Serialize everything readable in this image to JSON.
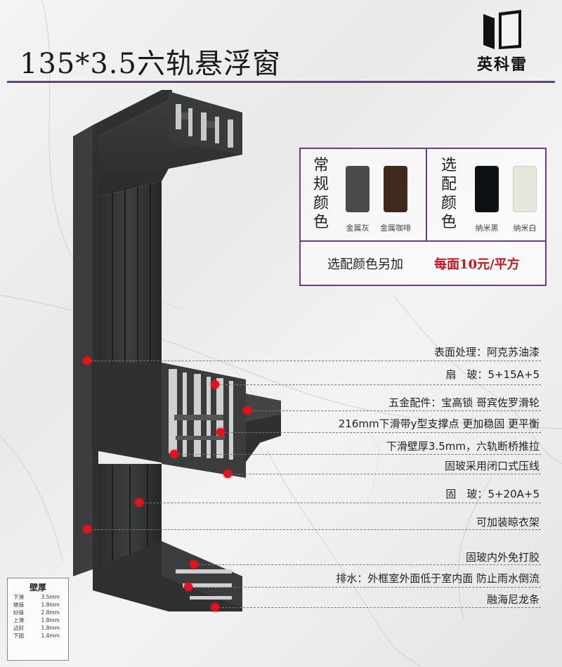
{
  "title": "135*3.5六轨悬浮窗",
  "brand": {
    "name": "英科雷"
  },
  "colors": {
    "accent": "#6a3d8c",
    "price_red": "#c4161c",
    "marker_red": "#e0141c",
    "frame_dark": "#2f3133"
  },
  "color_options": {
    "standard": {
      "label": "常规颜色",
      "items": [
        {
          "name": "金属灰",
          "hex": "#4a4b48"
        },
        {
          "name": "金属咖啡",
          "hex": "#3e2a1e"
        }
      ]
    },
    "optional": {
      "label": "选配颜色",
      "items": [
        {
          "name": "纳米黑",
          "hex": "#0d1114"
        },
        {
          "name": "纳米白",
          "hex": "#e6e6dc"
        }
      ]
    },
    "extra_note": "选配颜色另加",
    "extra_price": "每面10元/平方"
  },
  "features": [
    "表面处理：阿克苏油漆",
    "扇　玻：5+15A+5",
    "五金配件：宝高锁 哥宾佐罗滑轮",
    "216mm下滑带y型支撑点 更加稳固 更平衡",
    "下滑壁厚3.5mm，六轨断桥推拉",
    "固玻采用闭口式压线",
    "固　玻：5+20A+5",
    "可加装晾衣架",
    "固玻内外免打胶",
    "排水：外框室外面低于室内面 防止雨水倒流",
    "融海尼龙条"
  ],
  "wall_thickness": {
    "title": "壁厚",
    "rows": [
      {
        "part": "下滑",
        "value": "3.5mm"
      },
      {
        "part": "玻扇",
        "value": "1.8mm"
      },
      {
        "part": "纱扇",
        "value": "2.8mm"
      },
      {
        "part": "上滑",
        "value": "1.8mm"
      },
      {
        "part": "边封",
        "value": "1.8mm"
      },
      {
        "part": "下固",
        "value": "1.4mm"
      }
    ]
  }
}
